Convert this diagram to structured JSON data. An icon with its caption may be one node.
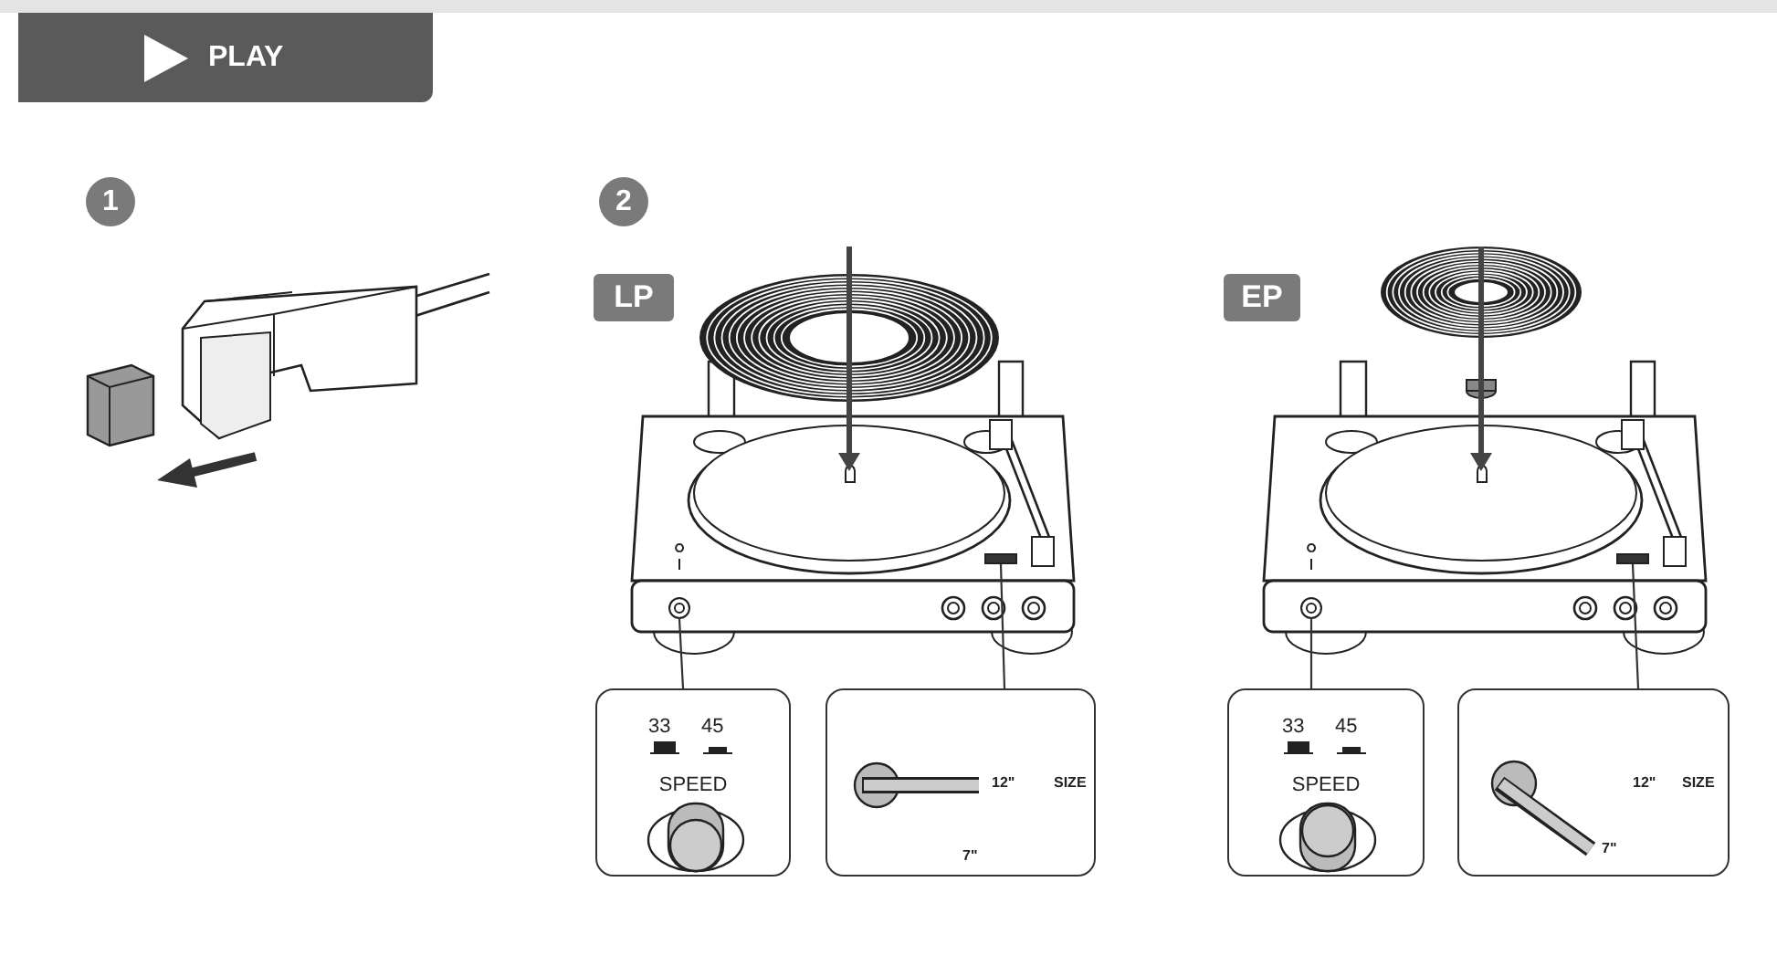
{
  "diagram": {
    "nodes": [
      {
        "text": [
          "PLAY"
        ]
      },
      {
        "text": [
          "1"
        ]
      },
      {
        "text": [
          "2"
        ]
      },
      {
        "text": [
          "LP"
        ]
      },
      {
        "text": [
          "EP"
        ]
      },
      {
        "text": [
          "33",
          "45",
          "SPEED"
        ]
      },
      {
        "text": [
          "12\"",
          "SIZE",
          "7\""
        ]
      },
      {
        "text": [
          "33",
          "45",
          "SPEED"
        ]
      },
      {
        "text": [
          "12\"",
          "SIZE",
          "7\""
        ]
      },
      {
        "text": [],
        "shape": "circle"
      },
      {
        "text": [],
        "shape": "bar"
      },
      {
        "text": [],
        "shape": "circle"
      },
      {
        "text": [],
        "shape": "bar"
      }
    ],
    "edges": [
      {
        "from": 5,
        "to": 9,
        "arrow": "none"
      },
      {
        "from": 6,
        "to": 10,
        "arrow": "none"
      },
      {
        "from": 7,
        "to": 11,
        "arrow": "none"
      },
      {
        "from": 8,
        "to": 12,
        "arrow": "none"
      }
    ]
  }
}
